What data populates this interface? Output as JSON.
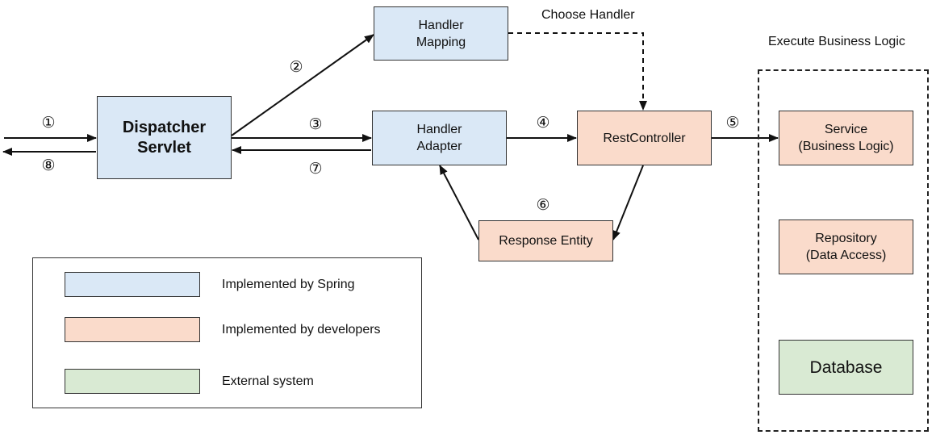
{
  "colors": {
    "spring": "#dae8f6",
    "developer": "#fadbcb",
    "external": "#d9ead3",
    "line": "#111111"
  },
  "nodes": {
    "dispatcher": {
      "line1": "Dispatcher",
      "line2": "Servlet"
    },
    "handler_mapping": {
      "line1": "Handler",
      "line2": "Mapping"
    },
    "handler_adapter": {
      "line1": "Handler",
      "line2": "Adapter"
    },
    "rest_controller": "RestController",
    "response_entity": "Response Entity",
    "service": {
      "line1": "Service",
      "line2": "(Business Logic)"
    },
    "repository": {
      "line1": "Repository",
      "line2": "(Data Access)"
    },
    "database": "Database"
  },
  "labels": {
    "choose_handler": "Choose Handler",
    "execute_business_logic": "Execute Business Logic"
  },
  "steps": {
    "s1": "①",
    "s2": "②",
    "s3": "③",
    "s4": "④",
    "s5": "⑤",
    "s6": "⑥",
    "s7": "⑦",
    "s8": "⑧"
  },
  "legend": {
    "spring": "Implemented by Spring",
    "developer": "Implemented by developers",
    "external": "External system"
  }
}
